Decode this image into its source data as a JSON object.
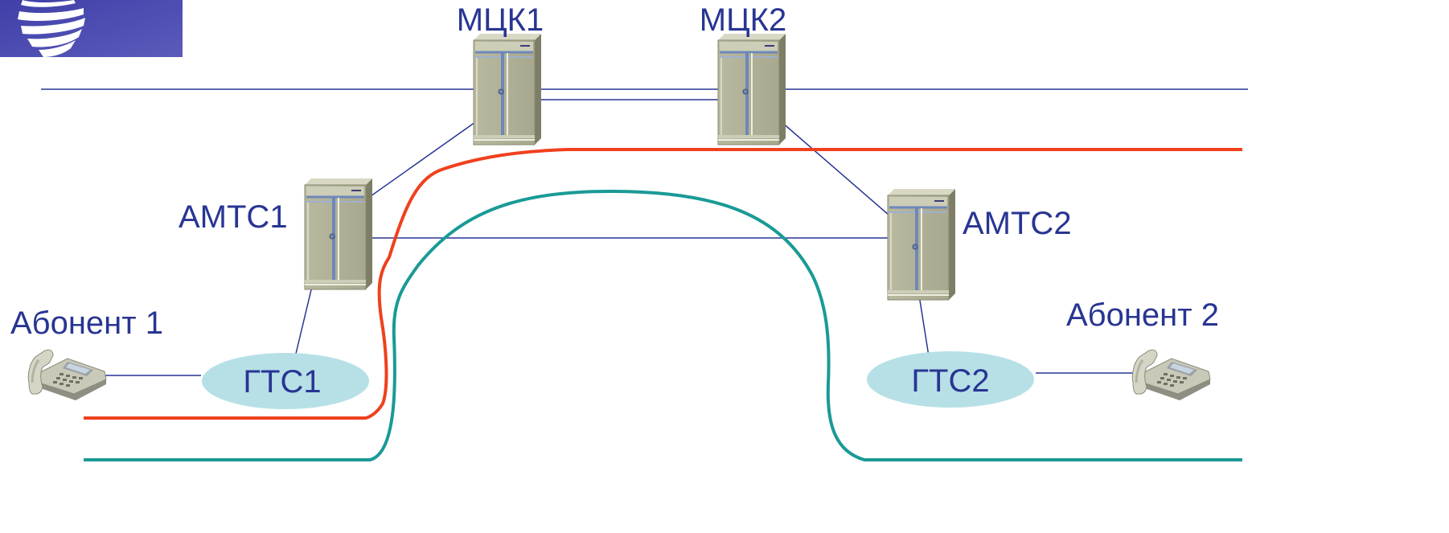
{
  "colors": {
    "text": "#283593",
    "link_line": "#283593",
    "route_red": "#f0401e",
    "route_teal": "#1a9a96",
    "gts_ellipse": "#b6e0e6",
    "logo_blue": "#4a4fae"
  },
  "icons": {
    "switch": "server-cabinet-icon",
    "subscriber": "telephone-icon",
    "logo": "operator-logo-icon"
  },
  "nodes": {
    "mck1": {
      "label": "МЦК1"
    },
    "mck2": {
      "label": "МЦК2"
    },
    "amts1": {
      "label": "АМТС1"
    },
    "amts2": {
      "label": "АМТС2"
    },
    "gts1": {
      "label": "ГТС1"
    },
    "gts2": {
      "label": "ГТС2"
    },
    "subscriber1": {
      "label": "Абонент 1"
    },
    "subscriber2": {
      "label": "Абонент 2"
    }
  }
}
